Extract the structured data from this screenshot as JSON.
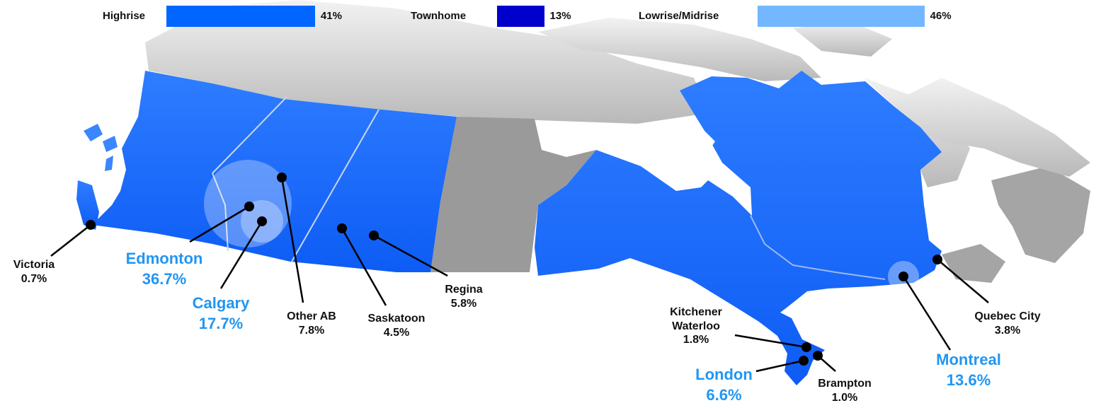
{
  "legend": [
    {
      "label": "Highrise",
      "value": "41%",
      "share": 41,
      "color": "#0066ff"
    },
    {
      "label": "Townhome",
      "value": "13%",
      "share": 13,
      "color": "#0000cc"
    },
    {
      "label": "Lowrise/Midrise",
      "value": "46%",
      "share": 46,
      "color": "#73b7ff"
    }
  ],
  "colors": {
    "region": "#1565ff",
    "gray": "#b3b3b3",
    "gray_dark": "#8f8f8f",
    "highlight": "#2196f3"
  },
  "cities": {
    "victoria": {
      "name": "Victoria",
      "share": "0.7%"
    },
    "edmonton": {
      "name": "Edmonton",
      "share": "36.7%"
    },
    "calgary": {
      "name": "Calgary",
      "share": "17.7%"
    },
    "other_ab": {
      "name": "Other AB",
      "share": "7.8%"
    },
    "saskatoon": {
      "name": "Saskatoon",
      "share": "4.5%"
    },
    "regina": {
      "name": "Regina",
      "share": "5.8%"
    },
    "kitchener": {
      "name_line1": "Kitchener",
      "name_line2": "Waterloo",
      "share": "1.8%"
    },
    "london": {
      "name": "London",
      "share": "6.6%"
    },
    "brampton": {
      "name": "Brampton",
      "share": "1.0%"
    },
    "montreal": {
      "name": "Montreal",
      "share": "13.6%"
    },
    "quebec": {
      "name": "Quebec City",
      "share": "3.8%"
    }
  }
}
